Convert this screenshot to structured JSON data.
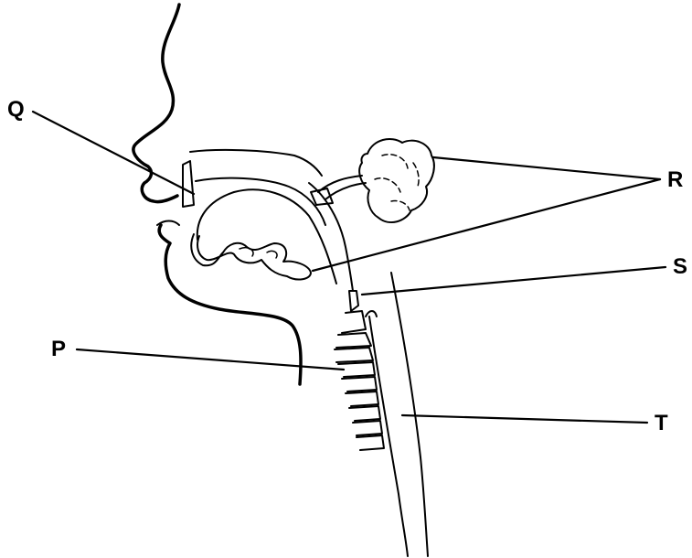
{
  "labels": {
    "q": "Q",
    "r": "R",
    "s": "S",
    "p": "P",
    "t": "T"
  },
  "colors": {
    "line": "#000000",
    "background": "#ffffff"
  }
}
